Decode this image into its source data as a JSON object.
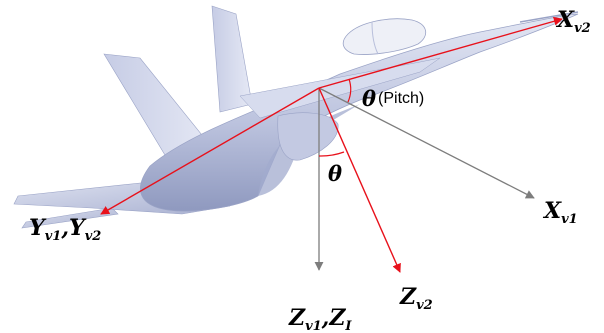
{
  "colors": {
    "body_axis": "#e8111b",
    "inertial_axis": "#7d7d7d",
    "aircraft_light": "#d4d9ec",
    "aircraft_mid": "#b3bbd8",
    "aircraft_dark": "#8d97bd",
    "canopy": "#eef0f7",
    "background": "#ffffff"
  },
  "labels": {
    "x_v2": {
      "base": "X",
      "sub": "v2"
    },
    "x_v1": {
      "base": "X",
      "sub": "v1"
    },
    "y_pair": {
      "base1": "Y",
      "sub1": "v1",
      "sep": ",",
      "base2": "Y",
      "sub2": "v2"
    },
    "z_pair": {
      "base1": "Z",
      "sub1": "v1",
      "sep": ",",
      "base2": "Z",
      "sub2": "I"
    },
    "z_v2": {
      "base": "Z",
      "sub": "v2"
    },
    "theta_pitch": {
      "symbol": "θ",
      "text": "(Pitch)"
    },
    "theta_lower": {
      "symbol": "θ"
    }
  }
}
